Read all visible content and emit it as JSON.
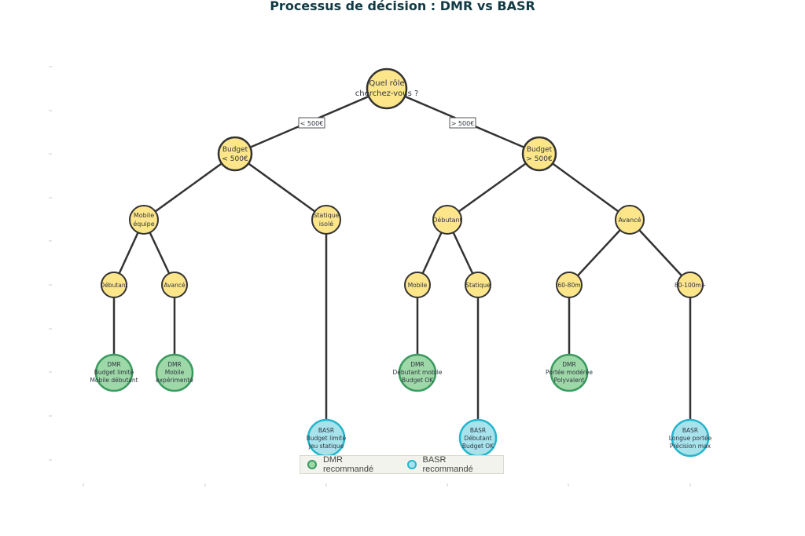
{
  "title": "Processus de décision : DMR vs BASR",
  "colors": {
    "question_fill": "#fde68a",
    "question_stroke": "#333333",
    "dmr_fill": "#9fd8a8",
    "dmr_stroke": "#3a9a5f",
    "basr_fill": "#a8e3ec",
    "basr_stroke": "#26b5cc",
    "edge": "#333333"
  },
  "nodes": {
    "root": [
      "Quel rôle",
      "cherchez-vous ?"
    ],
    "budget_low": [
      "Budget",
      "< 500€"
    ],
    "budget_high": [
      "Budget",
      "> 500€"
    ],
    "mobile_equipe": [
      "Mobile",
      "équipe"
    ],
    "statique_isole": [
      "Statique",
      "isolé"
    ],
    "debutant_r": [
      "Débutant"
    ],
    "avance_r": [
      "Avancé"
    ],
    "debutant_l": [
      "Débutant"
    ],
    "avance_l": [
      "Avancé"
    ],
    "mobile": [
      "Mobile"
    ],
    "statique": [
      "Statique"
    ],
    "range_60_80": [
      "60-80m"
    ],
    "range_80_100": [
      "80-100m+"
    ],
    "dmr_1": [
      "DMR",
      "Budget limité",
      "Mobile débutant"
    ],
    "dmr_2": [
      "DMR",
      "Mobile",
      "expérimenté"
    ],
    "basr_1": [
      "BASR",
      "Budget limité",
      "Jeu statique"
    ],
    "dmr_3": [
      "DMR",
      "Débutant mobile",
      "Budget OK"
    ],
    "basr_2": [
      "BASR",
      "Débutant",
      "Budget OK"
    ],
    "dmr_4": [
      "DMR",
      "Portée modérée",
      "Polyvalent"
    ],
    "basr_3": [
      "BASR",
      "Longue portée",
      "Précision max"
    ]
  },
  "edge_labels": {
    "left": "< 500€",
    "right": "> 500€"
  },
  "legend": {
    "dmr": "DMR recommandé",
    "basr": "BASR recommandé"
  }
}
